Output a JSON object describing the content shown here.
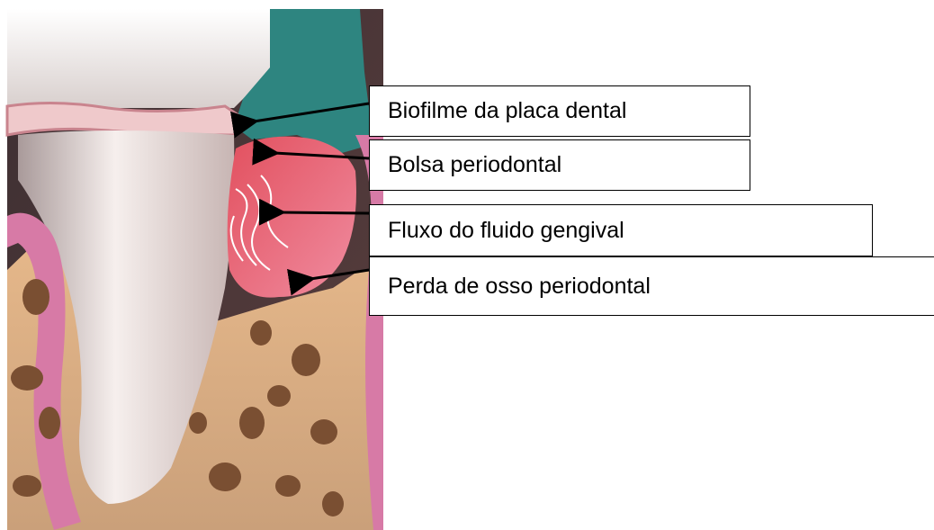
{
  "figure": {
    "image_icon": "tooth-cross-section-illustration",
    "labels": [
      {
        "text": "Biofilme da placa dental"
      },
      {
        "text": "Bolsa periodontal"
      },
      {
        "text": "Fluxo do fluido gengival"
      },
      {
        "text": "Perda de osso periodontal"
      }
    ]
  },
  "colors": {
    "biofilm": "#2e8580",
    "pocket": "#e06878",
    "gum": "#d77aa6",
    "bone": "#d7a679",
    "bone_hole": "#7a4f32",
    "tooth": "#ece3e0",
    "background_dark": "#3b2e30"
  }
}
